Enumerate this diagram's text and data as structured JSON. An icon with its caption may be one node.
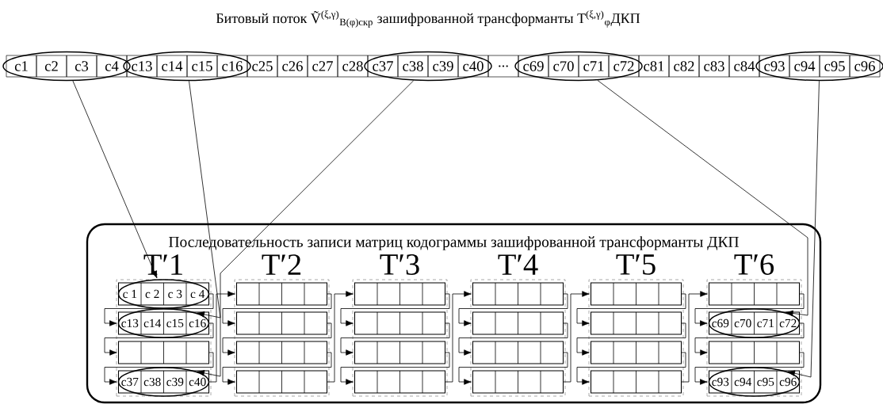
{
  "diagram": {
    "title": "Битовый поток Ṽ$^{(ξ,γ)}$$_{B(φ)скр}$ зашифрованной трансформанты T$^{(ξ,γ)}$$_{φ}$ДКП",
    "nodes": [
      {
        "text": [
          "c1",
          "c2",
          "c3",
          "c4"
        ]
      },
      {
        "text": [
          "c13",
          "c14",
          "c15",
          "c16"
        ]
      },
      {
        "text": [
          "c37",
          "c38",
          "c39",
          "c40"
        ]
      },
      {
        "text": [
          "c69",
          "c70",
          "c71",
          "c72"
        ]
      },
      {
        "text": [
          "c93",
          "c94",
          "c95",
          "c96"
        ]
      },
      {
        "text": [
          "Последовательность записи матриц кодограммы зашифрованной трансформанты ДКП"
        ]
      },
      {
        "text": [
          "T′1"
        ],
        "in": 5
      },
      {
        "text": [
          "T′2"
        ],
        "in": 5
      },
      {
        "text": [
          "T′3"
        ],
        "in": 5
      },
      {
        "text": [
          "T′4"
        ],
        "in": 5
      },
      {
        "text": [
          "T′5"
        ],
        "in": 5
      },
      {
        "text": [
          "T′6"
        ],
        "in": 5
      },
      {
        "text": [
          "c 1",
          "c 2",
          "c 3",
          "c 4"
        ],
        "in": 6
      },
      {
        "text": [
          "c13",
          "c14",
          "c15",
          "c16"
        ],
        "in": 6
      },
      {
        "text": [],
        "shape": "box",
        "in": 6
      },
      {
        "text": [
          "c37",
          "c38",
          "c39",
          "c40"
        ],
        "in": 6
      },
      {
        "text": [],
        "shape": "box",
        "in": 7
      },
      {
        "text": [],
        "shape": "box",
        "in": 7
      },
      {
        "text": [],
        "shape": "box",
        "in": 7
      },
      {
        "text": [],
        "shape": "box",
        "in": 7
      },
      {
        "text": [],
        "shape": "box",
        "in": 8
      },
      {
        "text": [],
        "shape": "box",
        "in": 8
      },
      {
        "text": [],
        "shape": "box",
        "in": 8
      },
      {
        "text": [],
        "shape": "box",
        "in": 8
      },
      {
        "text": [],
        "shape": "box",
        "in": 9
      },
      {
        "text": [],
        "shape": "box",
        "in": 9
      },
      {
        "text": [],
        "shape": "box",
        "in": 9
      },
      {
        "text": [],
        "shape": "box",
        "in": 9
      },
      {
        "text": [],
        "shape": "box",
        "in": 10
      },
      {
        "text": [],
        "shape": "box",
        "in": 10
      },
      {
        "text": [],
        "shape": "box",
        "in": 10
      },
      {
        "text": [],
        "shape": "box",
        "in": 10
      },
      {
        "text": [],
        "shape": "box",
        "in": 11
      },
      {
        "text": [
          "c69",
          "c70",
          "c71",
          "c72"
        ],
        "in": 11
      },
      {
        "text": [],
        "shape": "box",
        "in": 11
      },
      {
        "text": [
          "c93",
          "c94",
          "c95",
          "c96"
        ],
        "in": 11
      }
    ],
    "edges": [
      {
        "from": 0,
        "to": 12,
        "arrow": "to"
      },
      {
        "from": 1,
        "to": 13,
        "arrow": "to"
      },
      {
        "from": 2,
        "to": 15,
        "arrow": "to"
      },
      {
        "from": 3,
        "to": 33,
        "arrow": "to"
      },
      {
        "from": 4,
        "to": 35,
        "arrow": "to"
      },
      {
        "from": 12,
        "to": 13,
        "arrow": "to"
      },
      {
        "from": 13,
        "to": 14,
        "arrow": "to"
      },
      {
        "from": 14,
        "to": 15,
        "arrow": "to"
      },
      {
        "from": 15,
        "to": 16,
        "arrow": "to"
      },
      {
        "from": 16,
        "to": 17,
        "arrow": "to"
      },
      {
        "from": 17,
        "to": 18,
        "arrow": "to"
      },
      {
        "from": 18,
        "to": 19,
        "arrow": "to"
      },
      {
        "from": 19,
        "to": 20,
        "arrow": "to"
      },
      {
        "from": 20,
        "to": 21,
        "arrow": "to"
      },
      {
        "from": 21,
        "to": 22,
        "arrow": "to"
      },
      {
        "from": 22,
        "to": 23,
        "arrow": "to"
      },
      {
        "from": 23,
        "to": 24,
        "arrow": "to"
      },
      {
        "from": 24,
        "to": 25,
        "arrow": "to"
      },
      {
        "from": 25,
        "to": 26,
        "arrow": "to"
      },
      {
        "from": 26,
        "to": 27,
        "arrow": "to"
      },
      {
        "from": 27,
        "to": 28,
        "arrow": "to"
      },
      {
        "from": 28,
        "to": 29,
        "arrow": "to"
      },
      {
        "from": 29,
        "to": 30,
        "arrow": "to"
      },
      {
        "from": 30,
        "to": 31,
        "arrow": "to"
      },
      {
        "from": 31,
        "to": 32,
        "arrow": "to"
      },
      {
        "from": 32,
        "to": 33,
        "arrow": "to"
      },
      {
        "from": 33,
        "to": 34,
        "arrow": "to"
      },
      {
        "from": 34,
        "to": 35,
        "arrow": "to"
      }
    ],
    "labels": [
      "c25",
      "c26",
      "c27",
      "c28",
      "...",
      "c81",
      "c82",
      "c83",
      "c84"
    ]
  }
}
